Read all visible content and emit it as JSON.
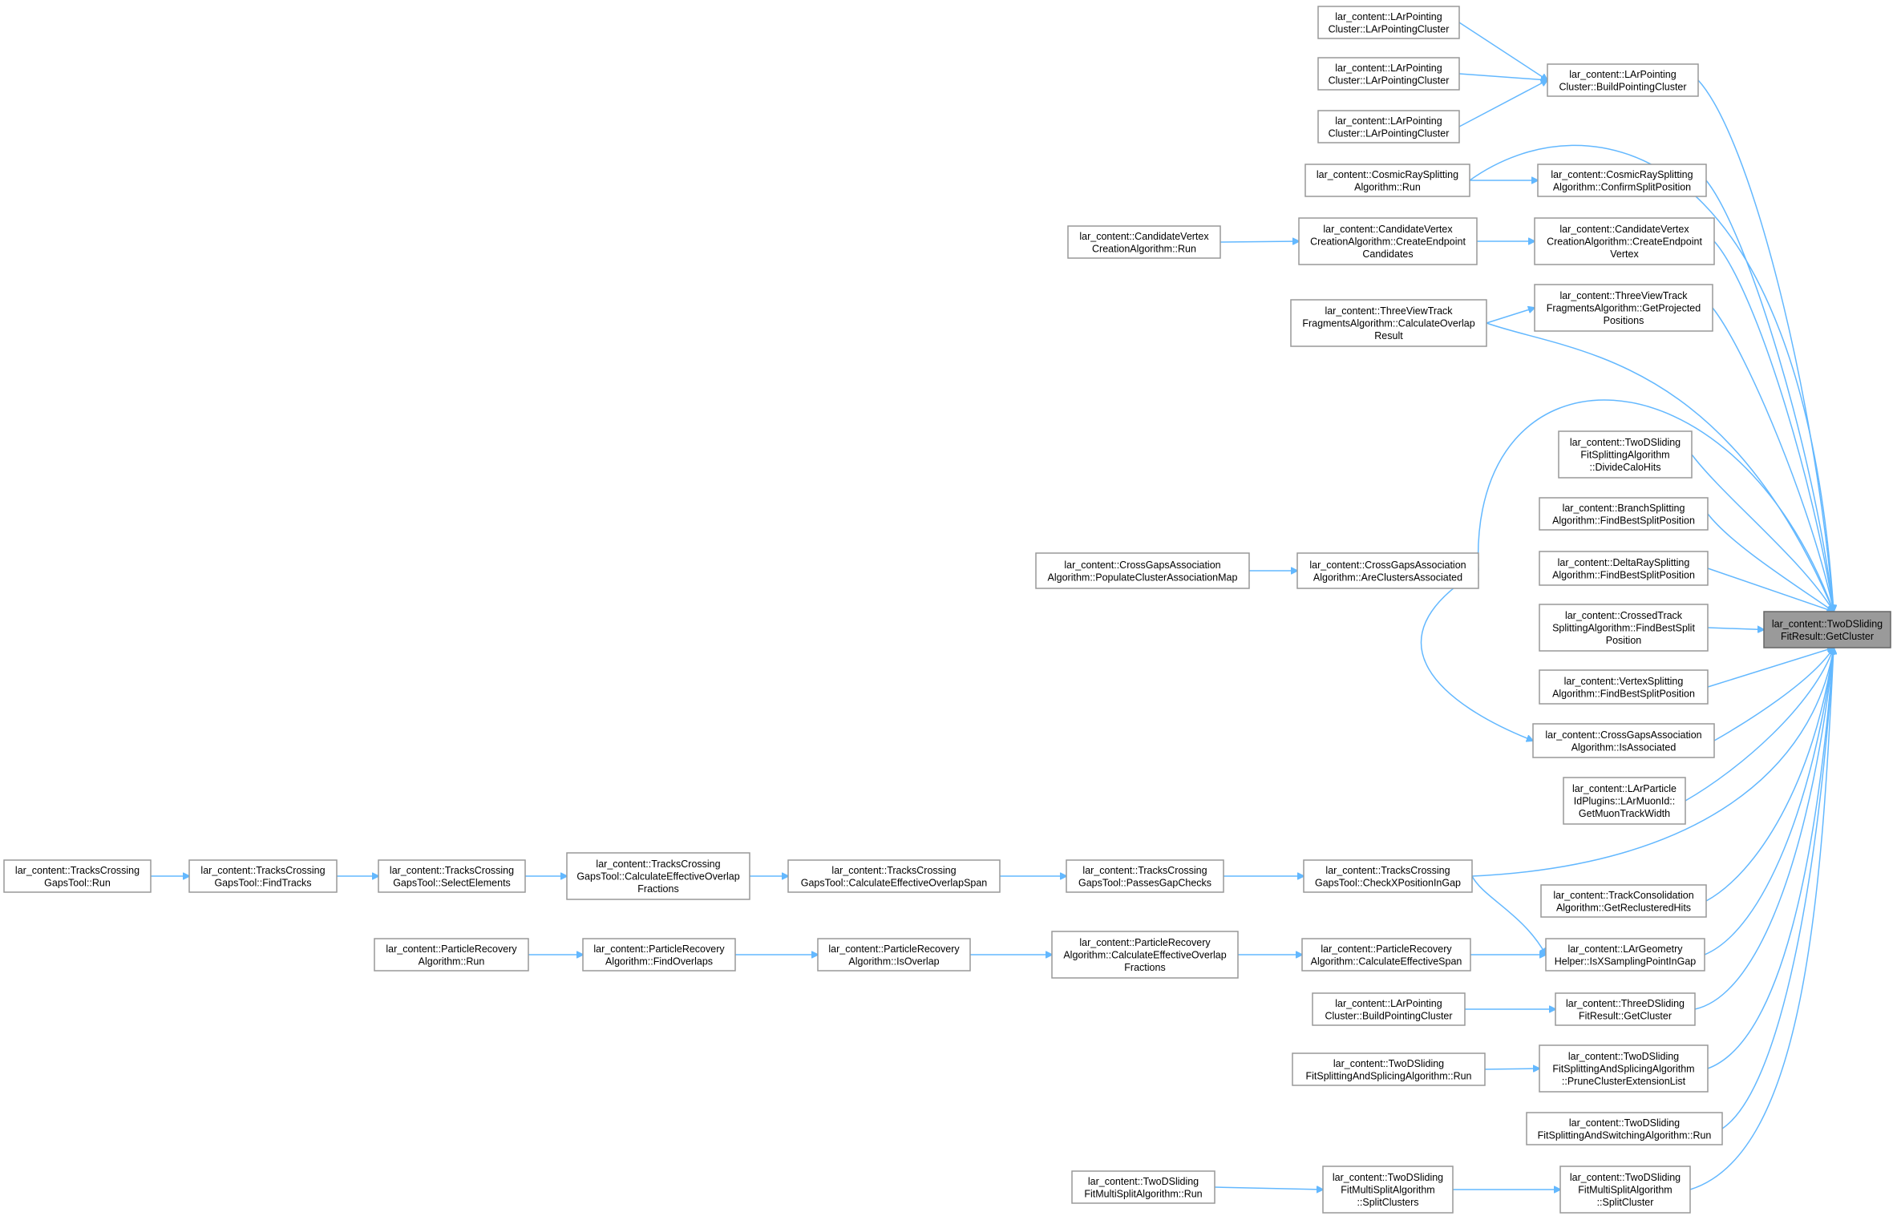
{
  "diagram": {
    "type": "caller-graph",
    "colors": {
      "edge": "#63b8ff",
      "node_border": "#999999",
      "root_fill": "#9a9a9a"
    },
    "root": "root",
    "nodes": [
      {
        "id": "root",
        "lines": [
          "lar_content::TwoDSliding",
          "FitResult::GetCluster"
        ]
      },
      {
        "id": "lpc1",
        "lines": [
          "lar_content::LArPointing",
          "Cluster::LArPointingCluster"
        ]
      },
      {
        "id": "lpc2",
        "lines": [
          "lar_content::LArPointing",
          "Cluster::LArPointingCluster"
        ]
      },
      {
        "id": "lpc3",
        "lines": [
          "lar_content::LArPointing",
          "Cluster::LArPointingCluster"
        ]
      },
      {
        "id": "lpbpc",
        "lines": [
          "lar_content::LArPointing",
          "Cluster::BuildPointingCluster"
        ]
      },
      {
        "id": "crsrun",
        "lines": [
          "lar_content::CosmicRaySplitting",
          "Algorithm::Run"
        ]
      },
      {
        "id": "crscsp",
        "lines": [
          "lar_content::CosmicRaySplitting",
          "Algorithm::ConfirmSplitPosition"
        ]
      },
      {
        "id": "cvrun",
        "lines": [
          "lar_content::CandidateVertex",
          "CreationAlgorithm::Run"
        ]
      },
      {
        "id": "cvcec",
        "lines": [
          "lar_content::CandidateVertex",
          "CreationAlgorithm::CreateEndpoint",
          "Candidates"
        ]
      },
      {
        "id": "cvcev",
        "lines": [
          "lar_content::CandidateVertex",
          "CreationAlgorithm::CreateEndpoint",
          "Vertex"
        ]
      },
      {
        "id": "tvcor",
        "lines": [
          "lar_content::ThreeViewTrack",
          "FragmentsAlgorithm::CalculateOverlap",
          "Result"
        ]
      },
      {
        "id": "tvgpp",
        "lines": [
          "lar_content::ThreeViewTrack",
          "FragmentsAlgorithm::GetProjected",
          "Positions"
        ]
      },
      {
        "id": "tdsdch",
        "lines": [
          "lar_content::TwoDSliding",
          "FitSplittingAlgorithm",
          "::DivideCaloHits"
        ]
      },
      {
        "id": "bsfbsp",
        "lines": [
          "lar_content::BranchSplitting",
          "Algorithm::FindBestSplitPosition"
        ]
      },
      {
        "id": "cgpcam",
        "lines": [
          "lar_content::CrossGapsAssociation",
          "Algorithm::PopulateClusterAssociationMap"
        ]
      },
      {
        "id": "cgaca",
        "lines": [
          "lar_content::CrossGapsAssociation",
          "Algorithm::AreClustersAssociated"
        ]
      },
      {
        "id": "drsfbsp",
        "lines": [
          "lar_content::DeltaRaySplitting",
          "Algorithm::FindBestSplitPosition"
        ]
      },
      {
        "id": "ctsfbsp",
        "lines": [
          "lar_content::CrossedTrack",
          "SplittingAlgorithm::FindBestSplit",
          "Position"
        ]
      },
      {
        "id": "vsfbsp",
        "lines": [
          "lar_content::VertexSplitting",
          "Algorithm::FindBestSplitPosition"
        ]
      },
      {
        "id": "cgaia",
        "lines": [
          "lar_content::CrossGapsAssociation",
          "Algorithm::IsAssociated"
        ]
      },
      {
        "id": "lpmuon",
        "lines": [
          "lar_content::LArParticle",
          "IdPlugins::LArMuonId::",
          "GetMuonTrackWidth"
        ]
      },
      {
        "id": "tcgrun",
        "lines": [
          "lar_content::TracksCrossing",
          "GapsTool::Run"
        ]
      },
      {
        "id": "tcgft",
        "lines": [
          "lar_content::TracksCrossing",
          "GapsTool::FindTracks"
        ]
      },
      {
        "id": "tcgse",
        "lines": [
          "lar_content::TracksCrossing",
          "GapsTool::SelectElements"
        ]
      },
      {
        "id": "tcgceof",
        "lines": [
          "lar_content::TracksCrossing",
          "GapsTool::CalculateEffectiveOverlap",
          "Fractions"
        ]
      },
      {
        "id": "tcgceos",
        "lines": [
          "lar_content::TracksCrossing",
          "GapsTool::CalculateEffectiveOverlapSpan"
        ]
      },
      {
        "id": "tcgpgc",
        "lines": [
          "lar_content::TracksCrossing",
          "GapsTool::PassesGapChecks"
        ]
      },
      {
        "id": "tcgcxp",
        "lines": [
          "lar_content::TracksCrossing",
          "GapsTool::CheckXPositionInGap"
        ]
      },
      {
        "id": "tcagrh",
        "lines": [
          "lar_content::TrackConsolidation",
          "Algorithm::GetReclusteredHits"
        ]
      },
      {
        "id": "prrun",
        "lines": [
          "lar_content::ParticleRecovery",
          "Algorithm::Run"
        ]
      },
      {
        "id": "prfo",
        "lines": [
          "lar_content::ParticleRecovery",
          "Algorithm::FindOverlaps"
        ]
      },
      {
        "id": "prio",
        "lines": [
          "lar_content::ParticleRecovery",
          "Algorithm::IsOverlap"
        ]
      },
      {
        "id": "prceof",
        "lines": [
          "lar_content::ParticleRecovery",
          "Algorithm::CalculateEffectiveOverlap",
          "Fractions"
        ]
      },
      {
        "id": "prces",
        "lines": [
          "lar_content::ParticleRecovery",
          "Algorithm::CalculateEffectiveSpan"
        ]
      },
      {
        "id": "lgh",
        "lines": [
          "lar_content::LArGeometry",
          "Helper::IsXSamplingPointInGap"
        ]
      },
      {
        "id": "lpcbpc2",
        "lines": [
          "lar_content::LArPointing",
          "Cluster::BuildPointingCluster"
        ]
      },
      {
        "id": "tdgc",
        "lines": [
          "lar_content::ThreeDSliding",
          "FitResult::GetCluster"
        ]
      },
      {
        "id": "tdssrun",
        "lines": [
          "lar_content::TwoDSliding",
          "FitSplittingAndSplicingAlgorithm::Run"
        ]
      },
      {
        "id": "tdsspce",
        "lines": [
          "lar_content::TwoDSliding",
          "FitSplittingAndSplicingAlgorithm",
          "::PruneClusterExtensionList"
        ]
      },
      {
        "id": "tdsswrun",
        "lines": [
          "lar_content::TwoDSliding",
          "FitSplittingAndSwitchingAlgorithm::Run"
        ]
      },
      {
        "id": "tdmsrun",
        "lines": [
          "lar_content::TwoDSliding",
          "FitMultiSplitAlgorithm::Run"
        ]
      },
      {
        "id": "tdmssc",
        "lines": [
          "lar_content::TwoDSliding",
          "FitMultiSplitAlgorithm",
          "::SplitClusters"
        ]
      },
      {
        "id": "tdmssc1",
        "lines": [
          "lar_content::TwoDSliding",
          "FitMultiSplitAlgorithm",
          "::SplitCluster"
        ]
      }
    ],
    "edges": [
      {
        "from": "lpc1",
        "to": "lpbpc"
      },
      {
        "from": "lpc2",
        "to": "lpbpc"
      },
      {
        "from": "lpc3",
        "to": "lpbpc"
      },
      {
        "from": "lpbpc",
        "to": "root"
      },
      {
        "from": "crsrun",
        "to": "crscsp"
      },
      {
        "from": "crsrun",
        "to": "root"
      },
      {
        "from": "crscsp",
        "to": "root"
      },
      {
        "from": "cvrun",
        "to": "cvcec"
      },
      {
        "from": "cvcec",
        "to": "cvcev"
      },
      {
        "from": "cvcev",
        "to": "root"
      },
      {
        "from": "tvcor",
        "to": "tvgpp"
      },
      {
        "from": "tvcor",
        "to": "root"
      },
      {
        "from": "tvgpp",
        "to": "root"
      },
      {
        "from": "tdsdch",
        "to": "root"
      },
      {
        "from": "bsfbsp",
        "to": "root"
      },
      {
        "from": "cgpcam",
        "to": "cgaca"
      },
      {
        "from": "cgaca",
        "to": "root"
      },
      {
        "from": "cgaca",
        "to": "cgaia"
      },
      {
        "from": "drsfbsp",
        "to": "root"
      },
      {
        "from": "ctsfbsp",
        "to": "root"
      },
      {
        "from": "vsfbsp",
        "to": "root"
      },
      {
        "from": "cgaia",
        "to": "root"
      },
      {
        "from": "lpmuon",
        "to": "root"
      },
      {
        "from": "tcgrun",
        "to": "tcgft"
      },
      {
        "from": "tcgft",
        "to": "tcgse"
      },
      {
        "from": "tcgse",
        "to": "tcgceof"
      },
      {
        "from": "tcgceof",
        "to": "tcgceos"
      },
      {
        "from": "tcgceos",
        "to": "tcgpgc"
      },
      {
        "from": "tcgpgc",
        "to": "tcgcxp"
      },
      {
        "from": "tcgcxp",
        "to": "root"
      },
      {
        "from": "tcgcxp",
        "to": "lgh"
      },
      {
        "from": "tcagrh",
        "to": "root"
      },
      {
        "from": "prrun",
        "to": "prfo"
      },
      {
        "from": "prfo",
        "to": "prio"
      },
      {
        "from": "prio",
        "to": "prceof"
      },
      {
        "from": "prceof",
        "to": "prces"
      },
      {
        "from": "prces",
        "to": "lgh"
      },
      {
        "from": "lgh",
        "to": "root"
      },
      {
        "from": "lpcbpc2",
        "to": "tdgc"
      },
      {
        "from": "tdgc",
        "to": "root"
      },
      {
        "from": "tdssrun",
        "to": "tdsspce"
      },
      {
        "from": "tdsspce",
        "to": "root"
      },
      {
        "from": "tdsswrun",
        "to": "root"
      },
      {
        "from": "tdmsrun",
        "to": "tdmssc"
      },
      {
        "from": "tdmssc",
        "to": "tdmssc1"
      },
      {
        "from": "tdmssc1",
        "to": "root"
      }
    ]
  }
}
